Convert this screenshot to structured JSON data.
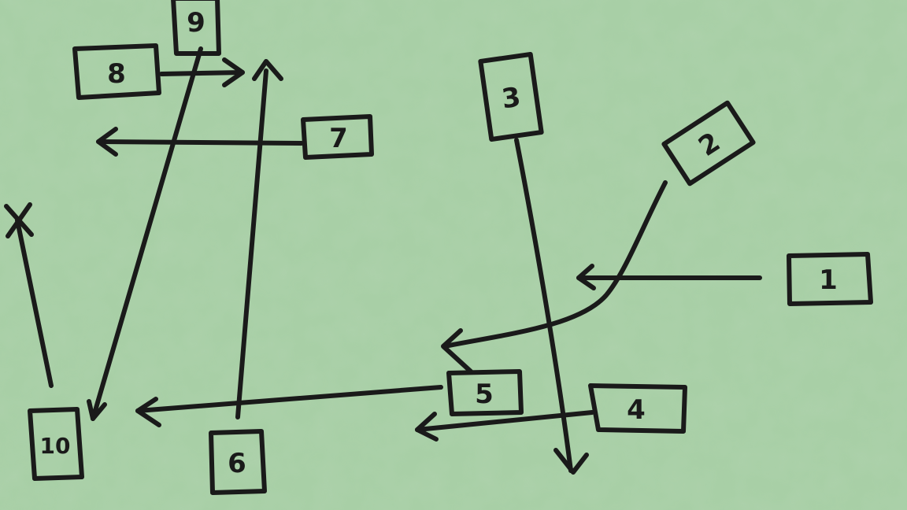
{
  "background_color": "#a8cfa6",
  "ink_color": "#1a1a1a",
  "cards": [
    {
      "id": "card-1",
      "label": "1"
    },
    {
      "id": "card-2",
      "label": "2"
    },
    {
      "id": "card-3",
      "label": "3"
    },
    {
      "id": "card-4",
      "label": "4"
    },
    {
      "id": "card-5",
      "label": "5"
    },
    {
      "id": "card-6",
      "label": "6"
    },
    {
      "id": "card-7",
      "label": "7"
    },
    {
      "id": "card-8",
      "label": "8"
    },
    {
      "id": "card-9",
      "label": "9"
    },
    {
      "id": "card-10",
      "label": "10"
    }
  ],
  "arrows": [
    {
      "from": "1",
      "to": "left",
      "head": "arrow"
    },
    {
      "from": "2",
      "to": "5",
      "head": "arrow"
    },
    {
      "from": "3",
      "to": "down",
      "head": "arrow"
    },
    {
      "from": "4",
      "to": "left",
      "head": "arrow"
    },
    {
      "from": "5",
      "to": "10",
      "head": "arrow"
    },
    {
      "from": "6",
      "to": "up",
      "head": "arrow"
    },
    {
      "from": "7",
      "to": "left",
      "head": "arrow"
    },
    {
      "from": "8",
      "to": "right",
      "head": "arrow"
    },
    {
      "from": "9",
      "to": "10",
      "head": "arrow"
    },
    {
      "from": "10",
      "to": "up-left",
      "head": "x"
    }
  ]
}
